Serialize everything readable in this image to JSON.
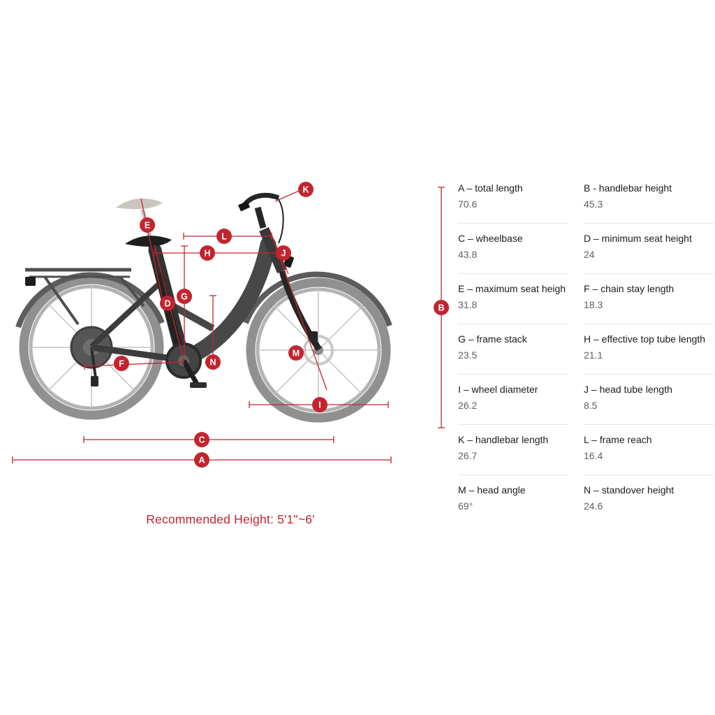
{
  "diagram": {
    "recommended_height": "Recommended Height: 5'1\"~6'"
  },
  "marker_labels": {
    "A": "A",
    "B": "B",
    "C": "C",
    "D": "D",
    "E": "E",
    "F": "F",
    "G": "G",
    "H": "H",
    "I": "I",
    "J": "J",
    "K": "K",
    "L": "L",
    "M": "M",
    "N": "N"
  },
  "specs": {
    "items": [
      {
        "label": "A – total length",
        "value": "70.6"
      },
      {
        "label": "B - handlebar height",
        "value": "45.3"
      },
      {
        "label": "C – wheelbase",
        "value": "43.8"
      },
      {
        "label": "D – minimum seat height",
        "value": "24"
      },
      {
        "label": "E – maximum seat heigh",
        "value": "31.8"
      },
      {
        "label": "F – chain stay length",
        "value": "18.3"
      },
      {
        "label": "G – frame stack",
        "value": "23.5"
      },
      {
        "label": "H – effective top tube length",
        "value": "21.1"
      },
      {
        "label": "I – wheel diameter",
        "value": "26.2"
      },
      {
        "label": "J – head tube length",
        "value": "8.5"
      },
      {
        "label": "K – handlebar length",
        "value": "26.7"
      },
      {
        "label": "L – frame reach",
        "value": "16.4"
      },
      {
        "label": "M – head angle",
        "value": "69°"
      },
      {
        "label": "N – standover height",
        "value": "24.6"
      }
    ]
  },
  "colors": {
    "accent": "#c2252e"
  }
}
